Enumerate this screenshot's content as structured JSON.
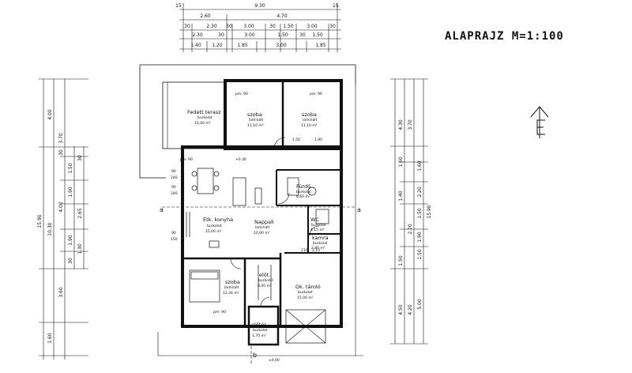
{
  "title": "ALAPRAJZ  M=1:100",
  "top_dims": {
    "total": "9.30",
    "side_left": "15",
    "side_right": "15",
    "row1": [
      "2.60",
      "4.70"
    ],
    "row2": [
      "30",
      "2.30",
      "30",
      "3.00",
      "30",
      "1.50",
      "3.00",
      "30"
    ],
    "row3": [
      "2.30",
      "30",
      "3.00",
      "1.50",
      "30",
      "1.50"
    ],
    "row4": [
      "1.40",
      "1.20",
      "1.85",
      "3.00",
      "1.85"
    ]
  },
  "left_dims": {
    "outer_a": "15.90",
    "outer_b": "10.30",
    "c1": [
      "4.00",
      "3.70",
      "3.60",
      "1.60"
    ],
    "c2": [
      "30",
      "1.50",
      "30",
      "1.90",
      "4.00",
      "2.65",
      "1.90",
      "1.30",
      "30"
    ]
  },
  "right_dims": {
    "outer": "15.90",
    "c1": [
      "4.30",
      "3.70",
      "1.60",
      "1.40",
      "1.50",
      "2.70",
      "4.50",
      "4.20"
    ],
    "c2": [
      "1.60",
      "2.20",
      "1.50",
      "1.90",
      "1.50",
      "5.00"
    ]
  },
  "rooms": [
    {
      "name": "Fedett terasz",
      "sub": "burkolat",
      "area": "10,40 m²"
    },
    {
      "name": "szoba",
      "sub": "laminált",
      "area": "11,10 m²"
    },
    {
      "name": "szoba",
      "sub": "laminált",
      "area": "11,10 m²"
    },
    {
      "name": "Fürdő",
      "sub": "burkolat",
      "area": "6,60 m²"
    },
    {
      "name": "WC",
      "sub": "burkolat",
      "area": "4,15 m²"
    },
    {
      "name": "kamra",
      "sub": "burkolat",
      "area": "2,80 m²"
    },
    {
      "name": "Étk. konyha",
      "sub": "burkolat",
      "area": "15,00 m²"
    },
    {
      "name": "Nappali",
      "sub": "laminált",
      "area": "20,90 m²"
    },
    {
      "name": "szoba",
      "sub": "laminált",
      "area": "12,34 m²"
    },
    {
      "name": "előt.",
      "sub": "burkolat",
      "area": "8,30 m²"
    },
    {
      "name": "Gk. tároló",
      "sub": "burkolat",
      "area": "15,00 m²"
    },
    {
      "name": "előtér",
      "sub": "burkolat",
      "area": "1,70 m²"
    }
  ],
  "small_labels": {
    "level_top": "+0,30",
    "level_bottom": "±0,00",
    "section_a_left": "a",
    "section_a_right": "a",
    "section_b_bottom": "b",
    "sill1": "pm: 90",
    "sill2": "pm: 90",
    "sill3": "pm: 90",
    "sill4": "pm: 90",
    "size1": "1.50",
    "size2": "1.90",
    "door": "210",
    "door2": "2.10",
    "w1": "90",
    "w1b": "240",
    "w2": "90",
    "w2b": "240",
    "w3": "90",
    "w3b": "150"
  }
}
